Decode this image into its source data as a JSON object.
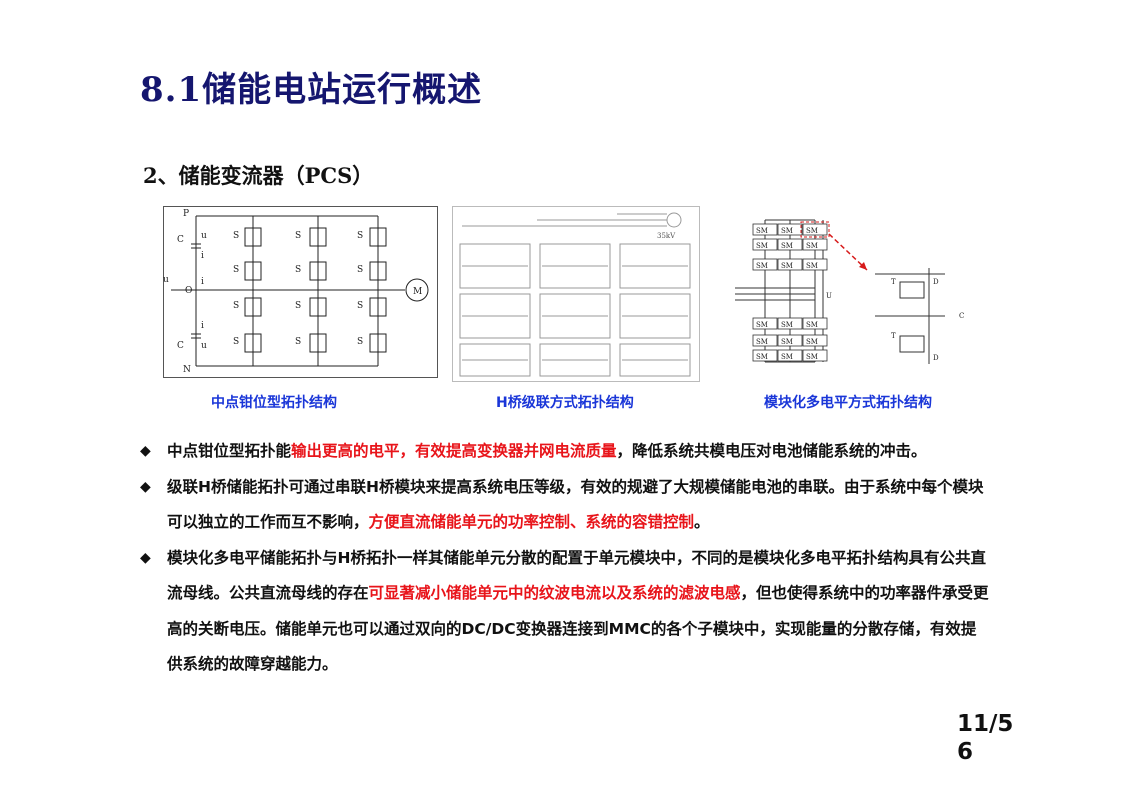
{
  "slide": {
    "title": "8.1储能电站运行概述",
    "subtitle": "2、储能变流器（PCS）",
    "page_number": "11/56"
  },
  "figures": [
    {
      "caption": "中点钳位型拓扑结构"
    },
    {
      "caption": "H桥级联方式拓扑结构"
    },
    {
      "caption": "模块化多电平方式拓扑结构"
    }
  ],
  "fig1": {
    "labels": {
      "p": "P",
      "n": "N",
      "o": "O",
      "ud": "u",
      "c1": "C",
      "c2": "C",
      "uc1": "u",
      "uc2": "u",
      "ic1": "i",
      "ic2": "i",
      "io": "i",
      "m": "M",
      "s1": "S",
      "s2": "S",
      "s3": "S",
      "s4": "S",
      "s5": "S",
      "s6": "S",
      "s7": "S",
      "s8": "S",
      "s9": "S",
      "s10": "S",
      "s11": "S",
      "s12": "S"
    }
  },
  "fig2": {
    "voltage": "35kV"
  },
  "fig3": {
    "sm": "SM",
    "udc": "U",
    "t1": "T",
    "t2": "T",
    "d1": "D",
    "d2": "D",
    "c": "C"
  },
  "bullets": [
    {
      "segments": [
        {
          "text": "中点钳位型拓扑能",
          "red": false
        },
        {
          "text": "输出更高的电平，有效提高变换器并网电流质量",
          "red": true
        },
        {
          "text": "，降低系统共模电压对电池储能系统的冲击。",
          "red": false
        }
      ]
    },
    {
      "segments": [
        {
          "text": "级联H桥储能拓扑可通过串联H桥模块来提高系统电压等级，有效的规避了大规模储能电池的串联。由于系统中每个模块可以独立的工作而互不影响，",
          "red": false
        },
        {
          "text": "方便直流储能单元的功率控制、系统的容错控制",
          "red": true
        },
        {
          "text": "。",
          "red": false
        }
      ]
    },
    {
      "segments": [
        {
          "text": "模块化多电平储能拓扑与H桥拓扑一样其储能单元分散的配置于单元模块中，不同的是模块化多电平拓扑结构具有公共直流母线。公共直流母线的存在",
          "red": false
        },
        {
          "text": "可显著减小储能单元中的纹波电流以及系统的滤波电感",
          "red": true
        },
        {
          "text": "，但也使得系统中的功率器件承受更高的关断电压。储能单元也可以通过双向的DC/DC变换器连接到MMC的各个子模块中，实现能量的分散存储，有效提供系统的故障穿越能力。",
          "red": false
        }
      ]
    }
  ],
  "colors": {
    "title": "#15166f",
    "caption": "#1a36d8",
    "highlight": "#e8141a"
  }
}
